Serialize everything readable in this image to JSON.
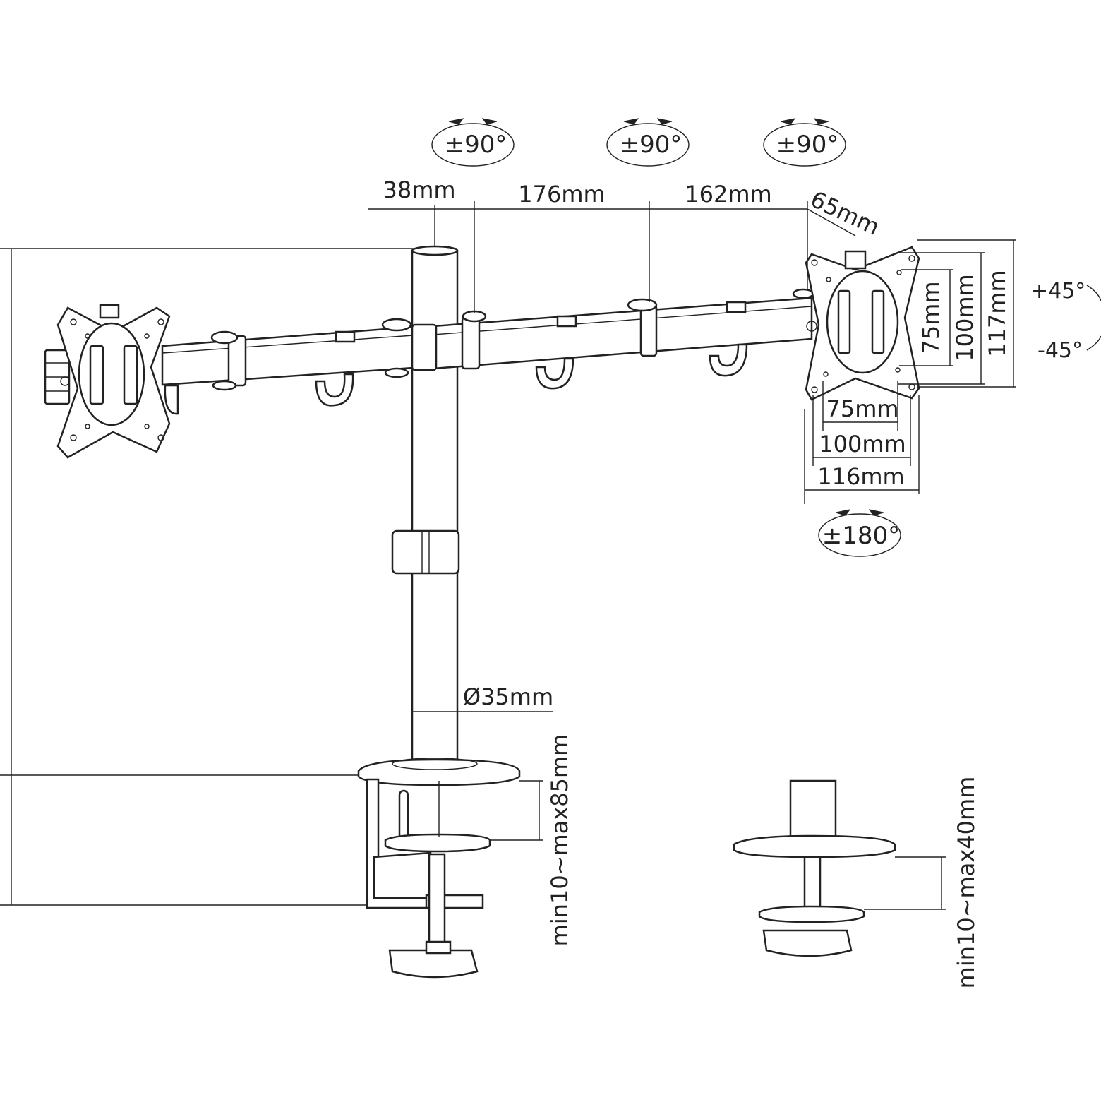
{
  "rotation": {
    "arm1": "±90°",
    "arm2": "±90°",
    "arm3": "±90°",
    "head_rotate": "±180°"
  },
  "tilt": {
    "up": "+45°",
    "down": "-45°"
  },
  "dims": {
    "pole_offset": "38mm",
    "arm1_length": "176mm",
    "arm2_length": "162mm",
    "head_depth": "65mm",
    "vesa_h_75": "75mm",
    "vesa_h_100": "100mm",
    "plate_height": "117mm",
    "vesa_w_75": "75mm",
    "vesa_w_100": "100mm",
    "plate_width": "116mm",
    "pole_diameter": "Ø35mm",
    "clamp_range": "min10~max85mm",
    "grommet_range": "min10~max40mm"
  },
  "colors": {
    "line": "#222222",
    "background": "#ffffff"
  }
}
